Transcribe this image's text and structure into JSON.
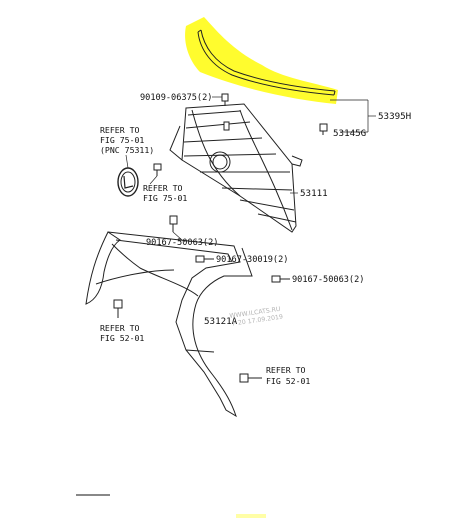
{
  "diagram": {
    "highlight_color": "#fffb00",
    "callouts": {
      "clip_top": "90109-06375(2)",
      "part_53395h": "53395H",
      "part_53145g": "53145G",
      "part_53111": "53111",
      "part_53121a": "53121A",
      "clip_left": "90167-50063(2)",
      "clip_mid": "90167-30019(2)",
      "clip_right": "90167-50063(2)"
    },
    "refer_emblem": [
      "REFER TO",
      "FIG 75-01",
      "(PNC 75311)"
    ],
    "refer_emblem_2": [
      "REFER TO",
      "FIG 75-01"
    ],
    "refer_left": [
      "REFER TO",
      "FIG 52-01"
    ],
    "refer_bottom": [
      "REFER TO",
      "FIG 52-01"
    ],
    "watermark": [
      "WWW.ILCATS.RU",
      "F 20 17.09.2019"
    ]
  }
}
